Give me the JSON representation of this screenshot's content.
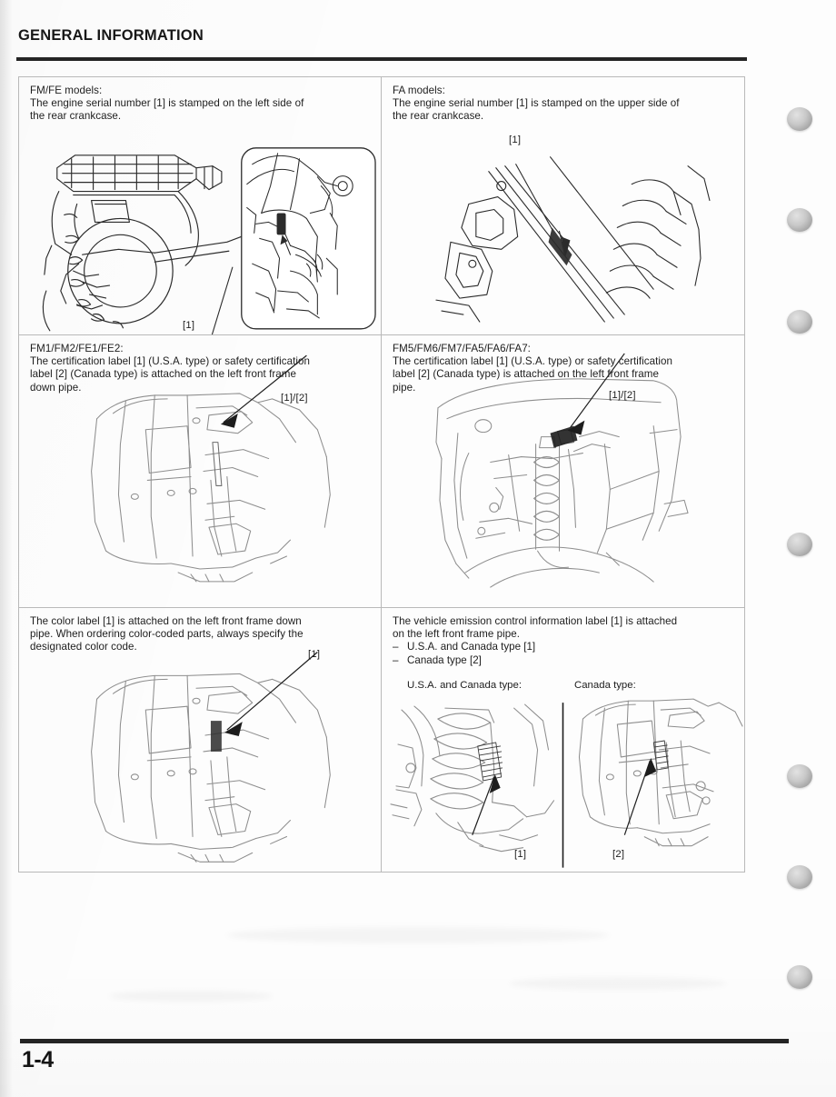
{
  "header": {
    "title": "GENERAL INFORMATION"
  },
  "footer": {
    "page_number": "1-4"
  },
  "table": {
    "rows": [
      {
        "cells": [
          {
            "text": "FM/FE models:\nThe engine serial number [1] is stamped on the left side of\nthe rear crankcase.",
            "callouts": [
              "[1]"
            ],
            "figure": "atv-rear-left-crankcase-with-inset-detail"
          },
          {
            "text": "FA models:\nThe engine serial number [1] is stamped on the upper side of\nthe rear crankcase.",
            "callouts": [
              "[1]"
            ],
            "figure": "atv-upper-crankcase-stamping"
          }
        ]
      },
      {
        "cells": [
          {
            "text": "FM1/FM2/FE1/FE2:\nThe certification label [1] (U.S.A. type) or safety certification\nlabel [2] (Canada type) is attached on the left front frame\ndown pipe.",
            "callouts": [
              "[1]/[2]"
            ],
            "figure": "left-front-fender-frame-down-pipe-label"
          },
          {
            "text": "FM5/FM6/FM7/FA5/FA6/FA7:\nThe certification label [1] (U.S.A. type) or safety certification\nlabel [2] (Canada type) is attached on the left front frame\npipe.",
            "callouts": [
              "[1]/[2]"
            ],
            "figure": "front-suspension-coil-spring-frame-pipe-label"
          }
        ]
      },
      {
        "cells": [
          {
            "text": "The color label [1] is attached on the left front frame down\npipe. When ordering color-coded parts, always specify the\ndesignated color code.",
            "callouts": [
              "[1]"
            ],
            "figure": "left-front-fender-color-label"
          },
          {
            "text": "The vehicle emission control information label [1] is attached\non the left front frame pipe.",
            "dash_items": [
              {
                "dash": "–",
                "label": "U.S.A. and Canada type [1]"
              },
              {
                "dash": "–",
                "label": "Canada type [2]"
              }
            ],
            "subcaptions": [
              "U.S.A. and Canada type:",
              "Canada type:"
            ],
            "callouts": [
              "[1]",
              "[2]"
            ],
            "figure": "emission-label-dual-view"
          }
        ]
      }
    ]
  },
  "binding_holes": {
    "count": 7,
    "positions_y": [
      118,
      229,
      341,
      586,
      841,
      952,
      1062
    ]
  }
}
